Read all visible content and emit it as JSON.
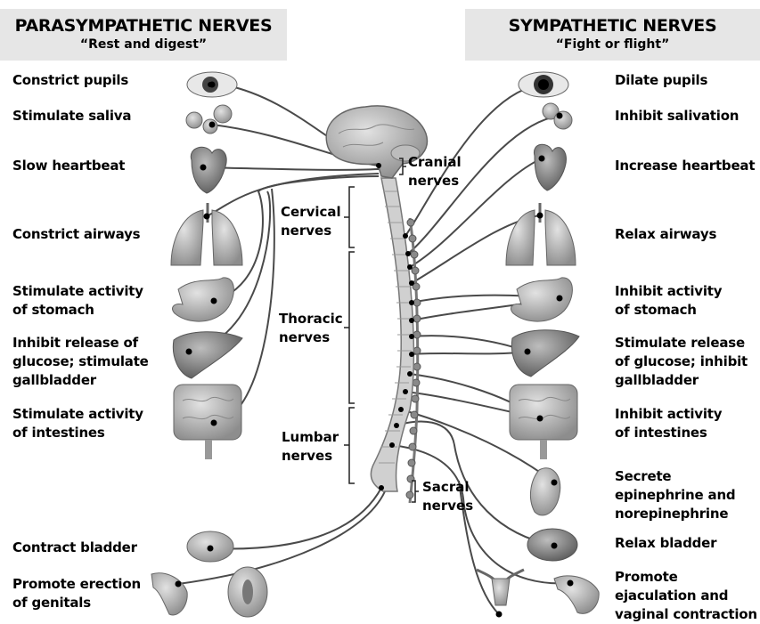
{
  "parasympathetic": {
    "title": "PARASYMPATHETIC NERVES",
    "subtitle": "“Rest and digest”",
    "effects": [
      "Constrict pupils",
      "Stimulate saliva",
      "Slow heartbeat",
      "Constrict airways",
      "Stimulate activity\nof stomach",
      "Inhibit release of\nglucose; stimulate\ngallbladder",
      "Stimulate activity\nof intestines",
      "Contract bladder",
      "Promote erection\nof genitals"
    ]
  },
  "sympathetic": {
    "title": "SYMPATHETIC NERVES",
    "subtitle": "“Fight or flight”",
    "effects": [
      "Dilate pupils",
      "Inhibit salivation",
      "Increase heartbeat",
      "Relax airways",
      "Inhibit activity\nof stomach",
      "Stimulate release\nof glucose; inhibit\ngallbladder",
      "Inhibit activity\nof intestines",
      "Secrete\nepinephrine and\nnorepinephrine",
      "Relax bladder",
      "Promote\nejaculation and\nvaginal contraction"
    ]
  },
  "nerve_groups": {
    "cranial": "Cranial\nnerves",
    "cervical": "Cervical\nnerves",
    "thoracic": "Thoracic\nnerves",
    "lumbar": "Lumbar\nnerves",
    "sacral": "Sacral\nnerves"
  },
  "organs": [
    "eye",
    "salivary-glands",
    "heart",
    "lungs",
    "stomach",
    "liver",
    "intestines",
    "adrenal-gland",
    "bladder",
    "genitals"
  ],
  "colors": {
    "panel": "#e6e6e6",
    "organ": "#b5b5b5",
    "organ_dark": "#8a8a8a",
    "nerve": "#4a4a4a"
  }
}
